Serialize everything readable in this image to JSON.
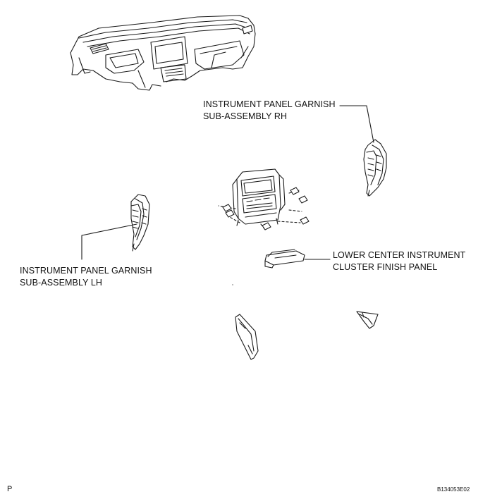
{
  "labels": {
    "rh": {
      "line1": "INSTRUMENT PANEL GARNISH",
      "line2": "SUB-ASSEMBLY RH"
    },
    "lh": {
      "line1": "INSTRUMENT PANEL GARNISH",
      "line2": "SUB-ASSEMBLY LH"
    },
    "lower_center": {
      "line1": "LOWER CENTER INSTRUMENT",
      "line2": "CLUSTER FINISH PANEL"
    }
  },
  "footer": {
    "page_mark": "P",
    "figure_code": "B134053E02"
  },
  "colors": {
    "line": "#1a1a1a",
    "fill": "#ffffff",
    "shade": "#cfcfcf"
  }
}
